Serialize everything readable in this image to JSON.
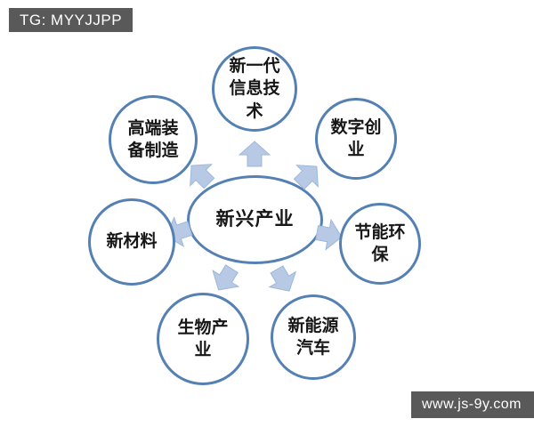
{
  "overlays": {
    "top_left_tag": "TG: MYYJJPP",
    "bottom_right_tag": "www.js-9y.com"
  },
  "diagram": {
    "type": "radial-hub",
    "center": {
      "id": "emerging-industries",
      "label": "新兴产业"
    },
    "nodes": [
      {
        "id": "new-gen-info-tech",
        "position": "top",
        "label": "新一代\n信息技\n术"
      },
      {
        "id": "digital-startup",
        "position": "top-right",
        "label": "数字创\n业"
      },
      {
        "id": "energy-saving-env",
        "position": "right",
        "label": "节能环\n保"
      },
      {
        "id": "new-energy-vehicles",
        "position": "bottom-right",
        "label": "新能源\n汽车"
      },
      {
        "id": "bio-industry",
        "position": "bottom-left",
        "label": "生物产\n业"
      },
      {
        "id": "new-materials",
        "position": "left",
        "label": "新材料"
      },
      {
        "id": "high-end-equipment",
        "position": "top-left",
        "label": "高端装\n备制造"
      }
    ],
    "colors": {
      "circle_border": "#5580b3",
      "arrow_fill": "#b7c9e4",
      "arrow_outline": "#9db8da",
      "text": "#161616",
      "tag_background": "#595959",
      "tag_text": "#ffffff",
      "background": "#ffffff"
    }
  }
}
